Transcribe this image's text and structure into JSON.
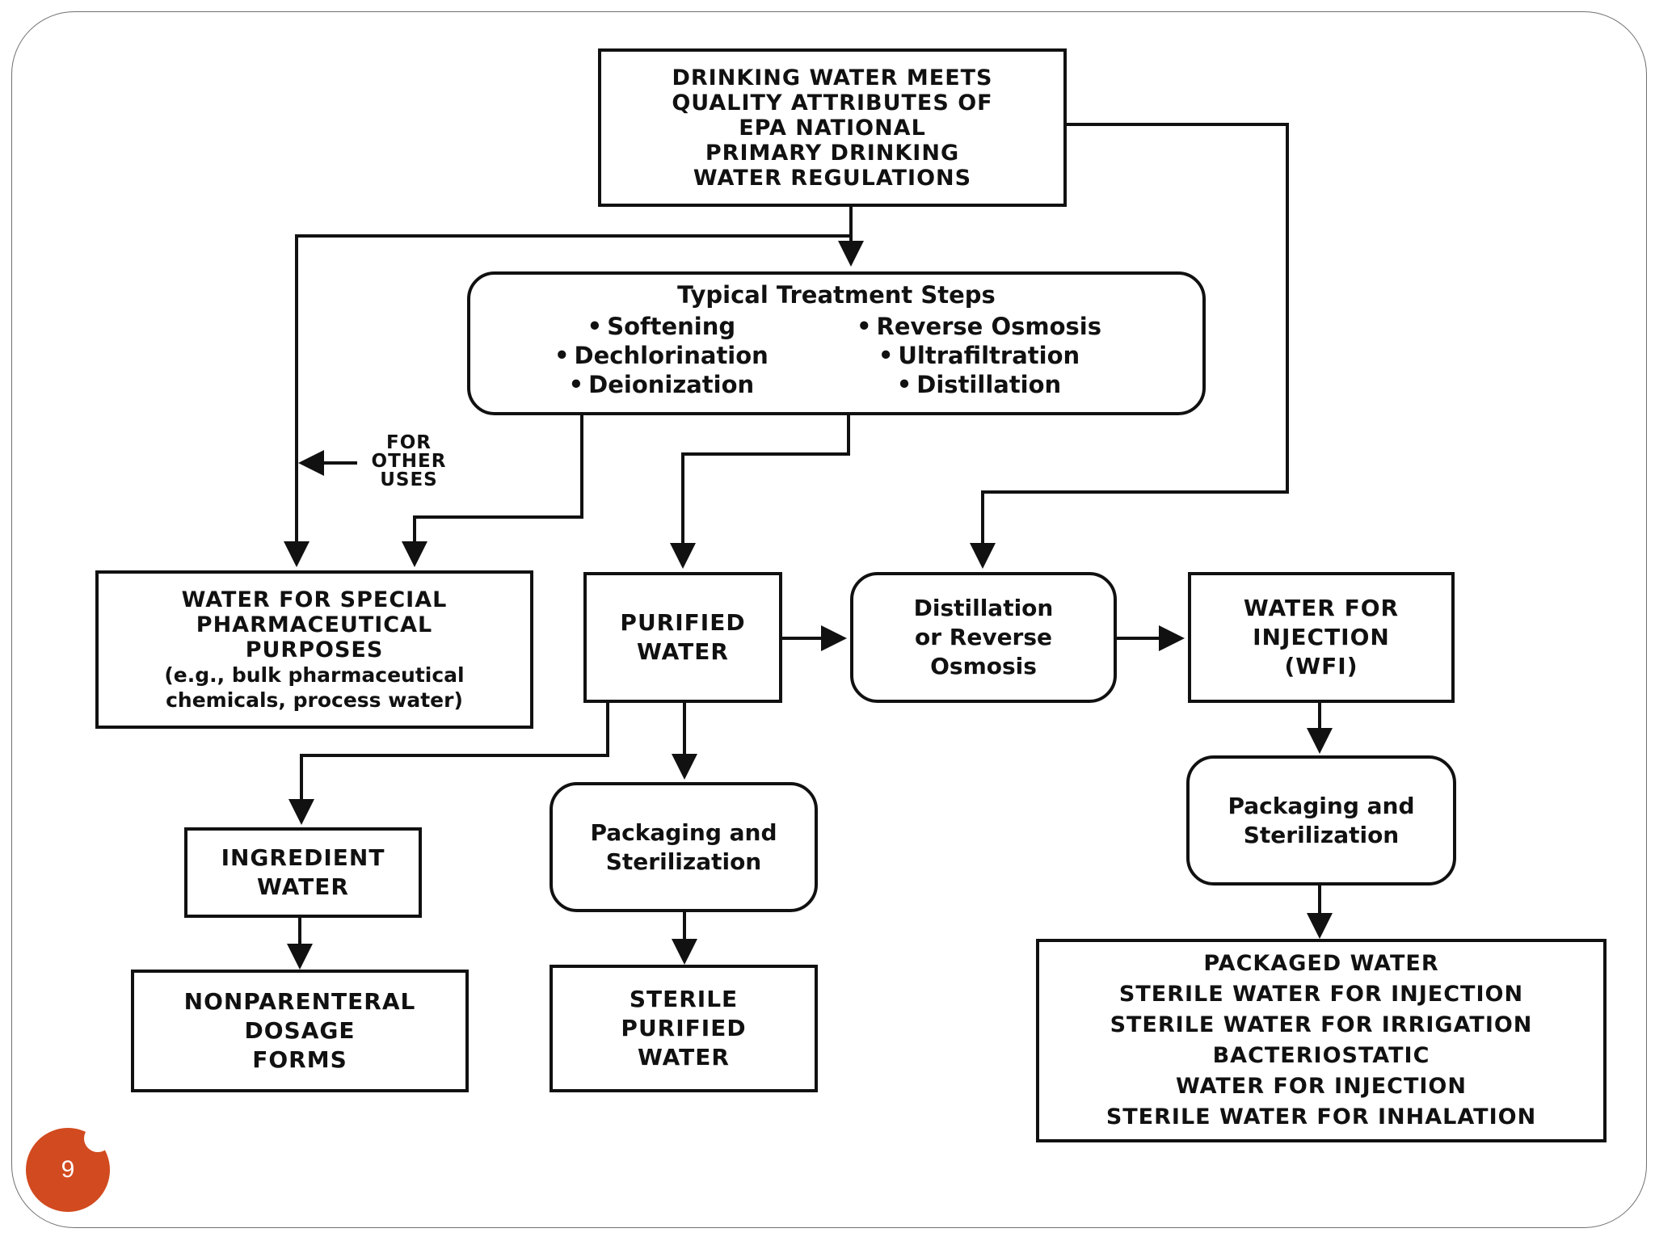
{
  "boxes": {
    "drinking_water": [
      "DRINKING WATER MEETS",
      "QUALITY ATTRIBUTES OF",
      "EPA NATIONAL",
      "PRIMARY DRINKING",
      "WATER REGULATIONS"
    ],
    "treatment": {
      "title": "Typical Treatment Steps",
      "left_steps": [
        "Softening",
        "Dechlorination",
        "Deionization"
      ],
      "right_steps": [
        "Reverse Osmosis",
        "Ultrafiltration",
        "Distillation"
      ]
    },
    "special_water": {
      "lines": [
        "WATER FOR SPECIAL",
        "PHARMACEUTICAL",
        "PURPOSES"
      ],
      "sub_lines": [
        "(e.g., bulk pharmaceutical",
        "chemicals, process water)"
      ]
    },
    "purified_water": [
      "PURIFIED",
      "WATER"
    ],
    "distillation_ro": [
      "Distillation",
      "or Reverse",
      "Osmosis"
    ],
    "wfi": [
      "WATER FOR",
      "INJECTION",
      "(WFI)"
    ],
    "ingredient_water": [
      "INGREDIENT",
      "WATER"
    ],
    "packaging_mid": [
      "Packaging and",
      "Sterilization"
    ],
    "packaging_right": [
      "Packaging and",
      "Sterilization"
    ],
    "nonparenteral": [
      "NONPARENTERAL",
      "DOSAGE",
      "FORMS"
    ],
    "sterile_purified": [
      "STERILE",
      "PURIFIED",
      "WATER"
    ],
    "packaged_water": [
      "PACKAGED WATER",
      "STERILE WATER FOR INJECTION",
      "STERILE WATER FOR IRRIGATION",
      "BACTERIOSTATIC",
      "WATER FOR INJECTION",
      "STERILE WATER FOR INHALATION"
    ]
  },
  "note_other_uses": [
    "FOR",
    "OTHER",
    "USES"
  ],
  "slide_number": "9",
  "colors": {
    "badge": "#d24a1f",
    "ink": "#111111",
    "frame": "#6f6f6f"
  }
}
